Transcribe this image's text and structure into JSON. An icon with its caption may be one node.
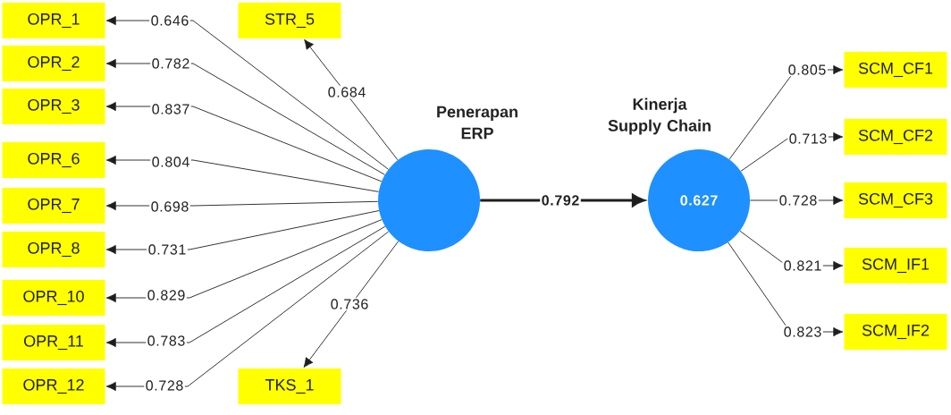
{
  "diagram": {
    "nodes": [
      {
        "text": [
          "OPR_1"
        ]
      },
      {
        "text": [
          "OPR_2"
        ]
      },
      {
        "text": [
          "OPR_3"
        ]
      },
      {
        "text": [
          "OPR_6"
        ]
      },
      {
        "text": [
          "OPR_7"
        ]
      },
      {
        "text": [
          "OPR_8"
        ]
      },
      {
        "text": [
          "OPR_10"
        ]
      },
      {
        "text": [
          "OPR_11"
        ]
      },
      {
        "text": [
          "OPR_12"
        ]
      },
      {
        "text": [
          "STR_5"
        ]
      },
      {
        "text": [
          "TKS_1"
        ]
      },
      {
        "text": [
          "Penerapan ERP"
        ]
      },
      {
        "text": [
          "Kinerja Supply Chain",
          "0.627"
        ]
      },
      {
        "text": [
          "SCM_CF1"
        ]
      },
      {
        "text": [
          "SCM_CF2"
        ]
      },
      {
        "text": [
          "SCM_CF3"
        ]
      },
      {
        "text": [
          "SCM_IF1"
        ]
      },
      {
        "text": [
          "SCM_IF2"
        ]
      }
    ],
    "edges": [
      {
        "from": 11,
        "to": 0,
        "arrow": "to",
        "label": "0.646"
      },
      {
        "from": 11,
        "to": 1,
        "arrow": "to",
        "label": "0.782"
      },
      {
        "from": 11,
        "to": 2,
        "arrow": "to",
        "label": "0.837"
      },
      {
        "from": 11,
        "to": 3,
        "arrow": "to",
        "label": "0.804"
      },
      {
        "from": 11,
        "to": 4,
        "arrow": "to",
        "label": "0.698"
      },
      {
        "from": 11,
        "to": 5,
        "arrow": "to",
        "label": "0.731"
      },
      {
        "from": 11,
        "to": 6,
        "arrow": "to",
        "label": "0.829"
      },
      {
        "from": 11,
        "to": 7,
        "arrow": "to",
        "label": "0.783"
      },
      {
        "from": 11,
        "to": 8,
        "arrow": "to",
        "label": "0.728"
      },
      {
        "from": 11,
        "to": 9,
        "arrow": "to",
        "label": "0.684"
      },
      {
        "from": 11,
        "to": 10,
        "arrow": "to",
        "label": "0.736"
      },
      {
        "from": 11,
        "to": 12,
        "arrow": "to",
        "label": "0.792",
        "style": "thick"
      },
      {
        "from": 12,
        "to": 13,
        "arrow": "to",
        "label": "0.805"
      },
      {
        "from": 12,
        "to": 14,
        "arrow": "to",
        "label": "0.713"
      },
      {
        "from": 12,
        "to": 15,
        "arrow": "to",
        "label": "0.728"
      },
      {
        "from": 12,
        "to": 16,
        "arrow": "to",
        "label": "0.821"
      },
      {
        "from": 12,
        "to": 17,
        "arrow": "to",
        "label": "0.823"
      }
    ]
  }
}
